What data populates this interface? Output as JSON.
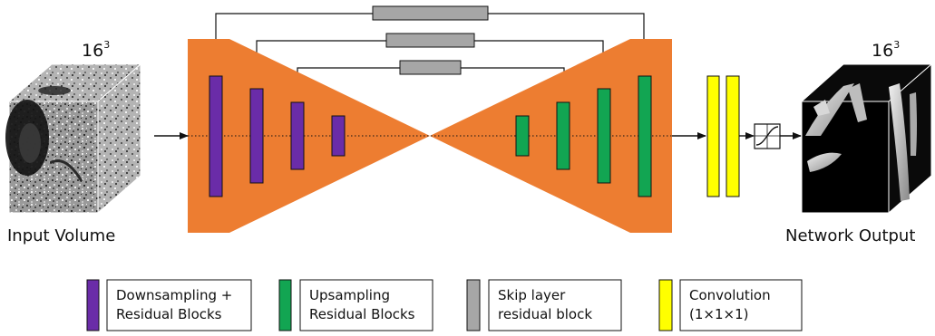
{
  "input": {
    "label": "Input Volume",
    "size_base": "16",
    "size_exp": "3"
  },
  "output": {
    "label": "Network Output",
    "size_base": "16",
    "size_exp": "3"
  },
  "legend": [
    {
      "color": "#6a2ca8",
      "line1": "Downsampling +",
      "line2": "Residual Blocks"
    },
    {
      "color": "#12a552",
      "line1": "Upsampling",
      "line2": "Residual Blocks"
    },
    {
      "color": "#a6a6a6",
      "line1": "Skip layer",
      "line2": "residual block"
    },
    {
      "color": "#ffff00",
      "line1": "Convolution",
      "line2": "(1×1×1)"
    }
  ],
  "colors": {
    "network_body": "#ed7d31",
    "downsampling": "#6a2ca8",
    "upsampling": "#12a552",
    "skip": "#a6a6a6",
    "convolution": "#ffff00",
    "connector": "#111111"
  },
  "icons": {
    "activation": "sigmoid-activation-icon"
  }
}
